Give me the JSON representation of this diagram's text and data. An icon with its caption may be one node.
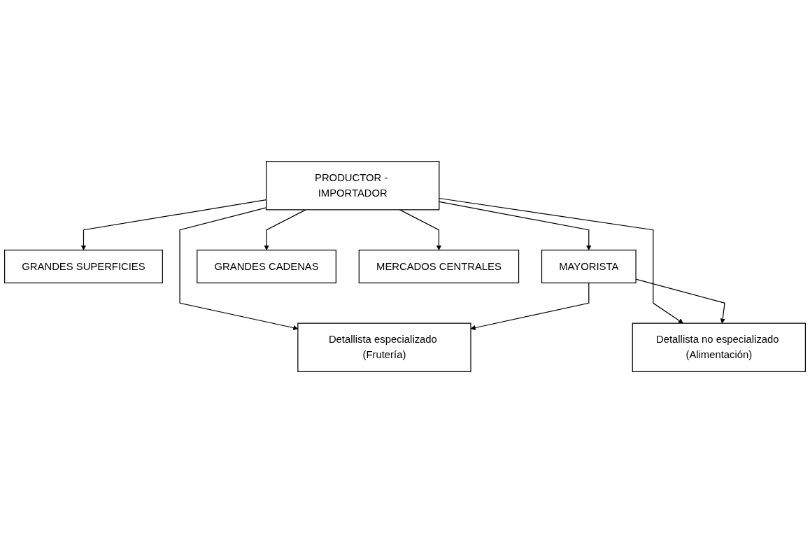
{
  "diagram": {
    "nodes": [
      {
        "text": [
          "PRODUCTOR - IMPORTADOR"
        ]
      },
      {
        "text": [
          "GRANDES SUPERFICIES"
        ]
      },
      {
        "text": [
          "MAYORISTA"
        ]
      },
      {
        "text": [
          "GRANDES CADENAS"
        ]
      },
      {
        "text": [
          "MERCADOS CENTRALES"
        ]
      },
      {
        "text": [
          "Detallista especializado (Frutería)"
        ]
      },
      {
        "text": [
          "Detallista no especializado (Alimentación)"
        ]
      }
    ],
    "edges": [
      {
        "from": 0,
        "to": 3,
        "arrow": "to"
      },
      {
        "from": 0,
        "to": 1,
        "arrow": "to"
      },
      {
        "from": 0,
        "to": 2,
        "arrow": "to"
      },
      {
        "from": 0,
        "to": 4,
        "arrow": "to"
      },
      {
        "from": 0,
        "to": 5,
        "arrow": "to"
      },
      {
        "from": 0,
        "to": 6,
        "arrow": "to"
      },
      {
        "from": 2,
        "to": 5,
        "arrow": "to"
      },
      {
        "from": 2,
        "to": 6,
        "arrow": "to"
      }
    ]
  }
}
